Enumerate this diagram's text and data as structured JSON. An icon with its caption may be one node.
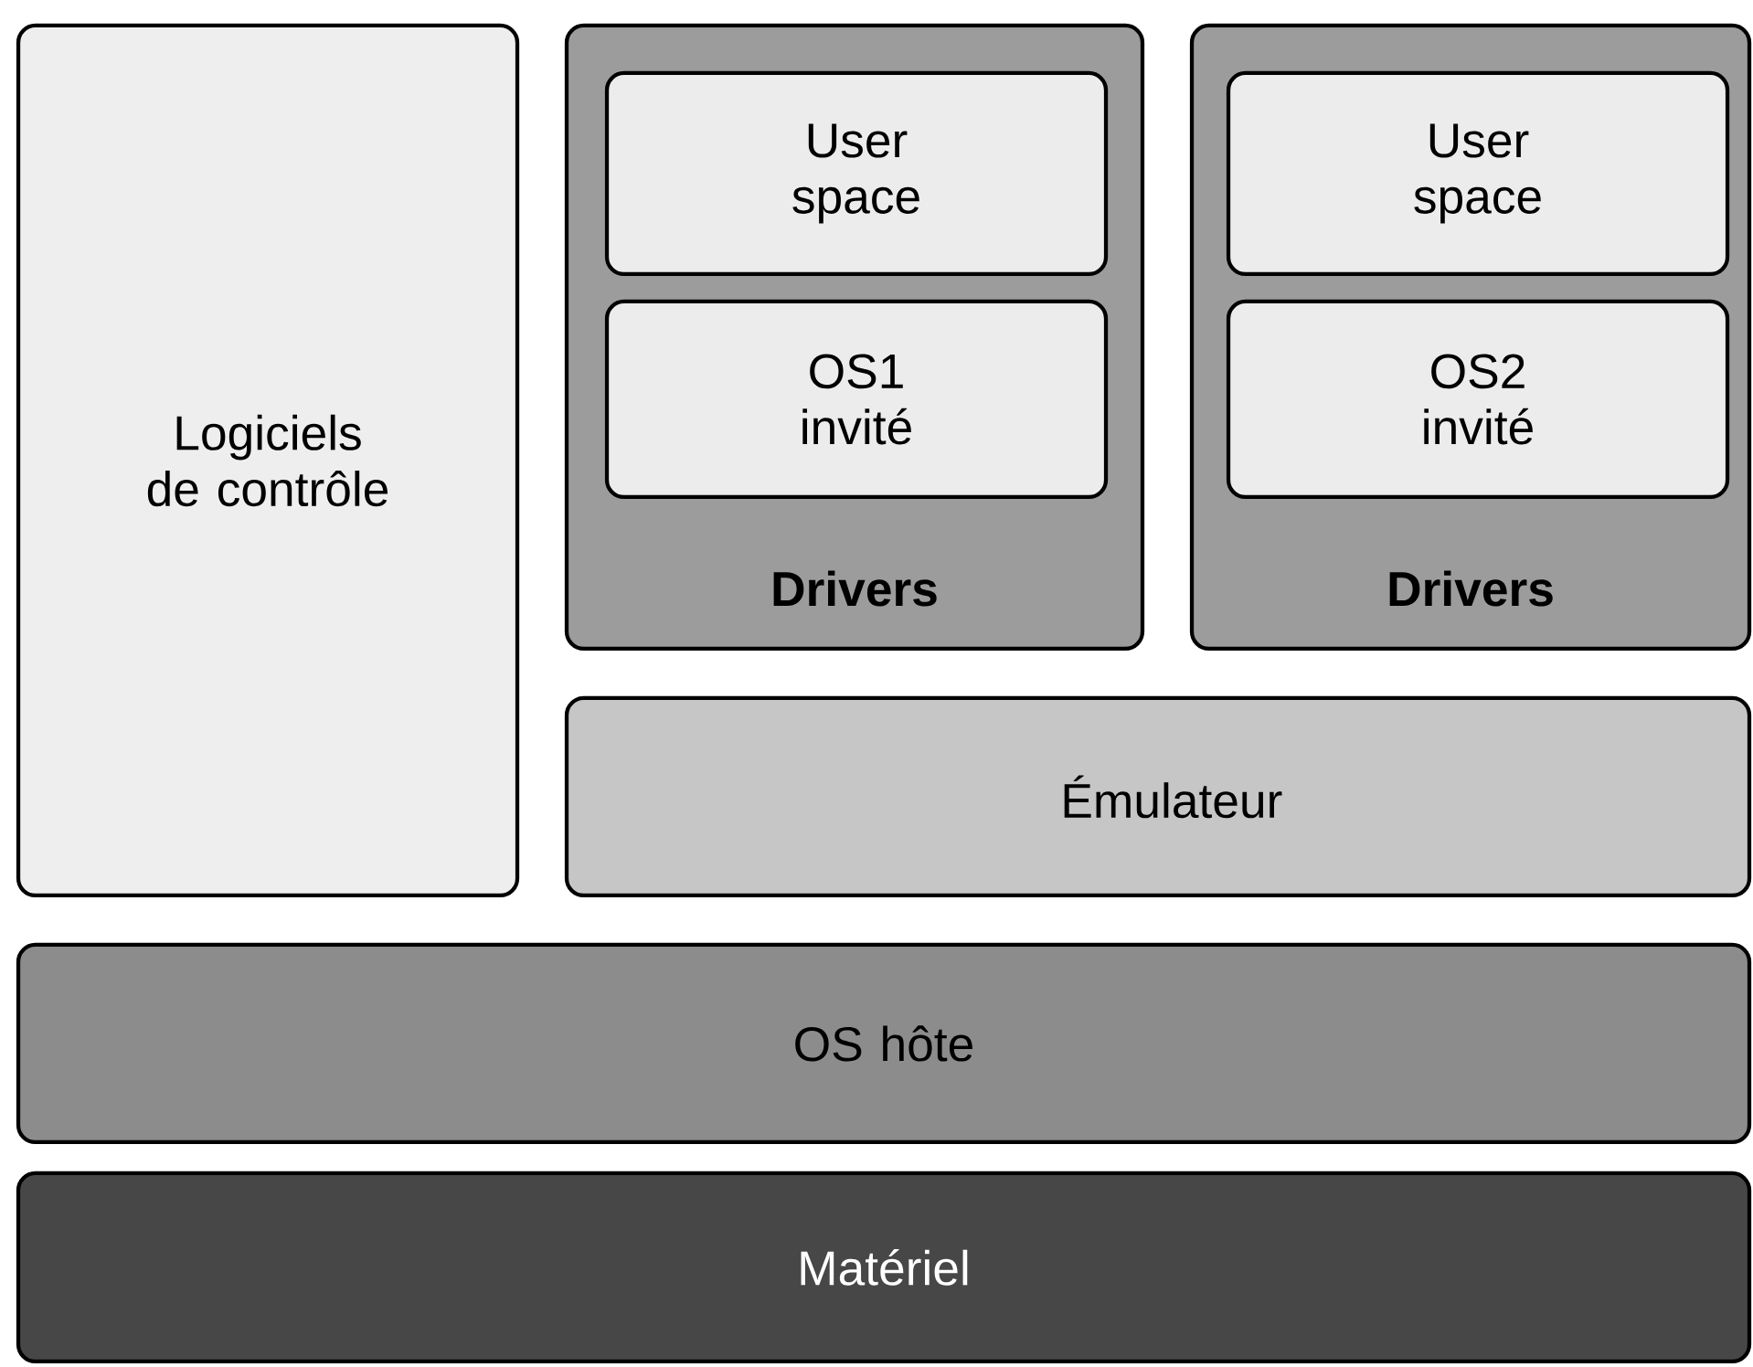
{
  "diagram": {
    "nodes": [
      {
        "text": [
          "Logiciels de contrôle"
        ]
      },
      {
        "text": [
          "Drivers"
        ]
      },
      {
        "text": [
          "User space"
        ],
        "in": 1
      },
      {
        "text": [
          "OS1 invité"
        ],
        "in": 1
      },
      {
        "text": [
          "Drivers"
        ]
      },
      {
        "text": [
          "User space"
        ],
        "in": 4
      },
      {
        "text": [
          "OS2 invité"
        ],
        "in": 4
      },
      {
        "text": [
          "Émulateur"
        ]
      },
      {
        "text": [
          "OS hôte"
        ]
      },
      {
        "text": [
          "Matériel"
        ]
      }
    ]
  }
}
